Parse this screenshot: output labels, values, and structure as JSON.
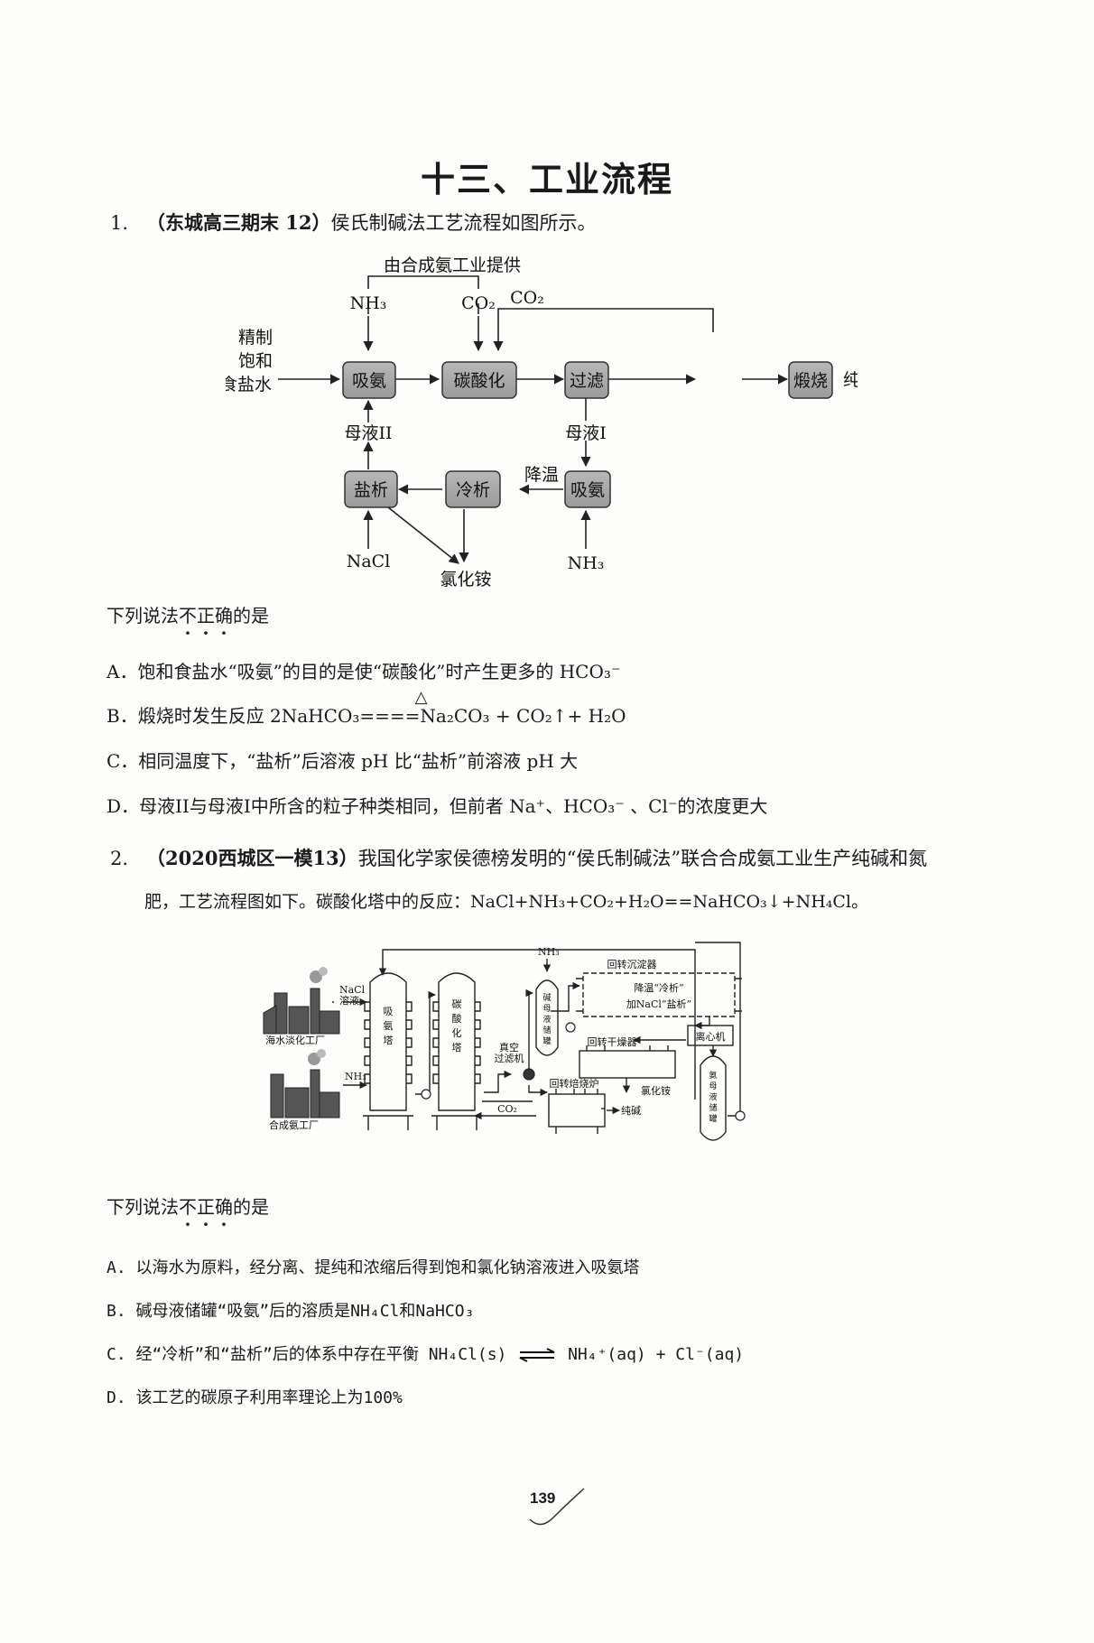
{
  "page": {
    "title": "十三、工业流程",
    "page_number": "139"
  },
  "q1": {
    "number": "1.",
    "source": "（东城高三期末 12）",
    "stem": "侯氏制碱法工艺流程如图所示。",
    "diagram": {
      "supply": "由合成氨工业提供",
      "nh3_top": "NH₃",
      "co2_top": "CO₂",
      "co2_return": "CO₂",
      "feed_1": "精制",
      "feed_2": "饱和",
      "feed_3": "食盐水",
      "box_absorb1": "吸氨",
      "box_carbonize": "碳酸化",
      "box_filter": "过滤",
      "box_calcine": "煅烧",
      "product": "纯碱",
      "mother_2": "母液II",
      "mother_1": "母液I",
      "box_salt": "盐析",
      "box_cool": "冷析",
      "box_absorb2": "吸氨",
      "cool_label": "降温",
      "nacl": "NaCl",
      "nh3_bottom": "NH₃",
      "nh4cl": "氯化铵"
    },
    "prompt_pre": "下列说法",
    "prompt_emph": [
      "不",
      "正",
      "确"
    ],
    "prompt_post": "的是",
    "options": {
      "A": "A．饱和食盐水“吸氨”的目的是使“碳酸化”时产生更多的 HCO₃⁻",
      "B_pre": "B．煅烧时发生反应 2NaHCO₃",
      "B_cond": "△",
      "B_arrow": "====",
      "B_post": "Na₂CO₃ + CO₂↑+ H₂O",
      "C": "C．相同温度下，“盐析”后溶液 pH 比“盐析”前溶液 pH 大",
      "D": "D．母液II与母液I中所含的粒子种类相同，但前者 Na⁺、HCO₃⁻ 、Cl⁻的浓度更大"
    }
  },
  "q2": {
    "number": "2.",
    "source": "（2020西城区一模13）",
    "stem_1": "我国化学家侯德榜发明的“侯氏制碱法”联合合成氨工业生产纯碱和氮",
    "stem_2": "肥，工艺流程图如下。碳酸化塔中的反应：NaCl+NH₃+CO₂+H₂O==NaHCO₃↓+NH₄Cl。",
    "diagram": {
      "plant_sea": "海水淡化工厂",
      "plant_ammonia": "合成氨工厂",
      "nacl_1": "NaCl",
      "nacl_2": "溶液",
      "nh3_in": "NH₃",
      "tower_absorb": [
        "吸",
        "氨",
        "塔"
      ],
      "tower_carbon": [
        "碳",
        "酸",
        "化",
        "塔"
      ],
      "nh3_top": "NH₃",
      "tank_mother": [
        "碱",
        "母",
        "液",
        "储",
        "罐"
      ],
      "rot_settler": "回转沉淀器",
      "settler_line1": "降温“冷析”",
      "settler_line2": "加NaCl“盐析”",
      "centrifuge": "离心机",
      "rot_dryer": "回转干燥器",
      "nh4cl": "氯化铵",
      "tank_ammonia": [
        "氨",
        "母",
        "液",
        "储",
        "罐"
      ],
      "vac_1": "真空",
      "vac_2": "过滤机",
      "rot_kiln": "回转焙烧炉",
      "co2": "CO₂",
      "soda": "纯碱"
    },
    "prompt_pre": "下列说法",
    "prompt_emph": [
      "不",
      "正",
      "确"
    ],
    "prompt_post": "的是",
    "options": {
      "A": "A. 以海水为原料，经分离、提纯和浓缩后得到饱和氯化钠溶液进入吸氨塔",
      "B": "B. 碱母液储罐“吸氨”后的溶质是NH₄Cl和NaHCO₃",
      "C_pre": "C. 经“冷析”和“盐析”后的体系中存在平衡  NH₄Cl(s)",
      "C_post": " NH₄⁺(aq)  + Cl⁻(aq)",
      "D": "D. 该工艺的碳原子利用率理论上为100%"
    }
  }
}
